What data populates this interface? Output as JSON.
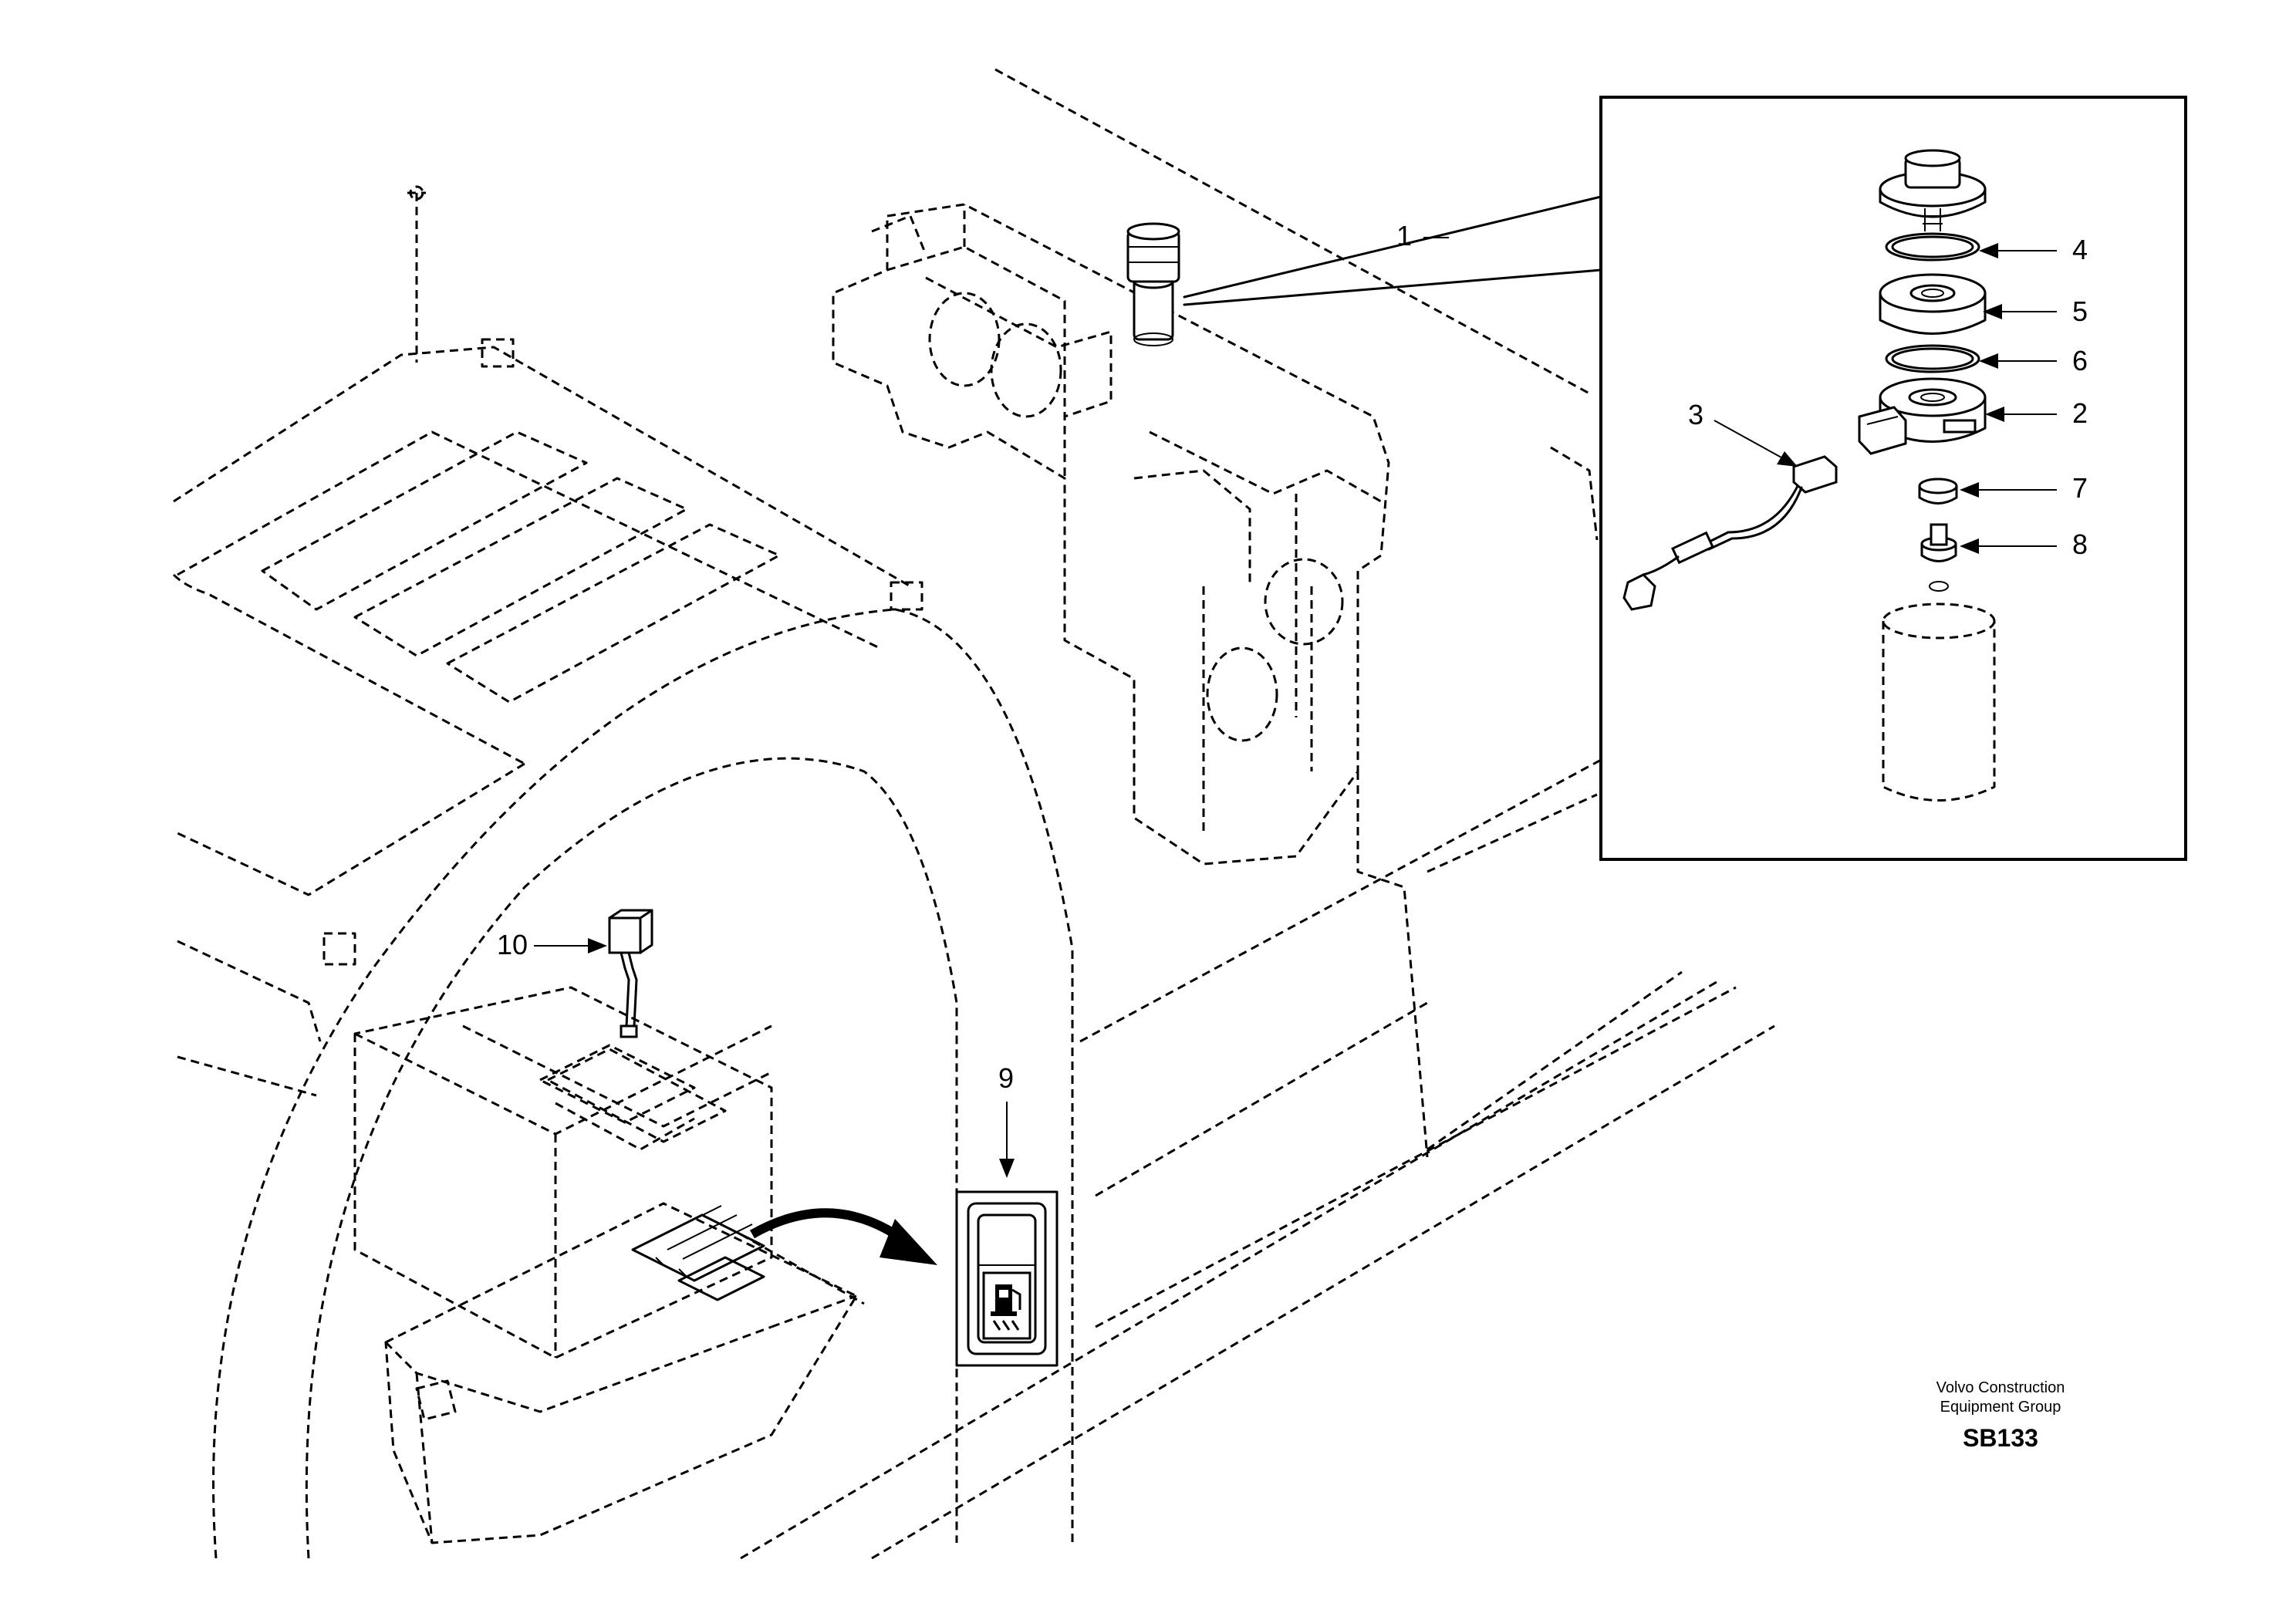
{
  "callouts": [
    {
      "id": "1",
      "label": "1"
    },
    {
      "id": "2",
      "label": "2"
    },
    {
      "id": "3",
      "label": "3"
    },
    {
      "id": "4",
      "label": "4"
    },
    {
      "id": "5",
      "label": "5"
    },
    {
      "id": "6",
      "label": "6"
    },
    {
      "id": "7",
      "label": "7"
    },
    {
      "id": "8",
      "label": "8"
    },
    {
      "id": "9",
      "label": "9"
    },
    {
      "id": "10",
      "label": "10"
    }
  ],
  "credit": {
    "line1": "Volvo Construction",
    "line2": "Equipment Group",
    "code": "SB133"
  },
  "icons": {
    "fuel_pump_icon": "fuel-pump-icon"
  }
}
